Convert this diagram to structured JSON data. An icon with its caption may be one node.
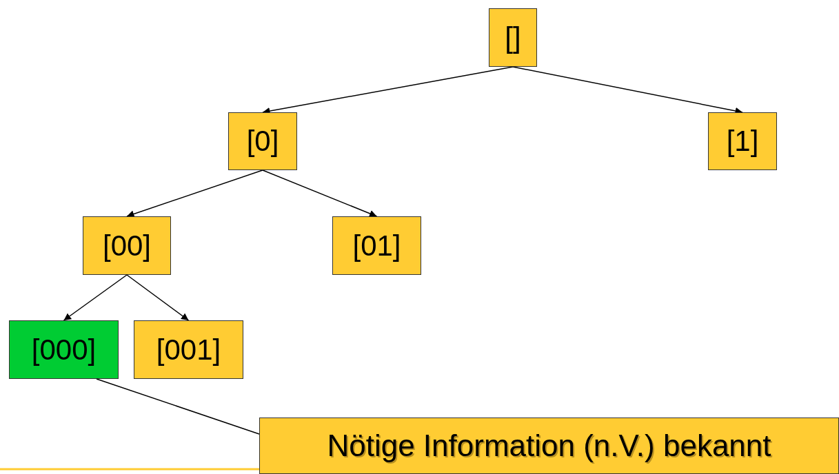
{
  "diagram": {
    "nodes": [
      {
        "text": [
          "[]"
        ]
      },
      {
        "text": [
          "[0]"
        ]
      },
      {
        "text": [
          "[1]"
        ]
      },
      {
        "text": [
          "[00]"
        ]
      },
      {
        "text": [
          "[01]"
        ]
      },
      {
        "text": [
          "[000]"
        ]
      },
      {
        "text": [
          "[001]"
        ]
      },
      {
        "text": [
          "Nötige Information (n.V.) bekannt"
        ]
      }
    ],
    "edges": [
      {
        "from": 0,
        "to": 1,
        "arrow": "to"
      },
      {
        "from": 0,
        "to": 2,
        "arrow": "to"
      },
      {
        "from": 1,
        "to": 3,
        "arrow": "to"
      },
      {
        "from": 1,
        "to": 4,
        "arrow": "to"
      },
      {
        "from": 3,
        "to": 5,
        "arrow": "to"
      },
      {
        "from": 3,
        "to": 6,
        "arrow": "to"
      },
      {
        "from": 7,
        "to": 5,
        "arrow": "none"
      }
    ]
  }
}
